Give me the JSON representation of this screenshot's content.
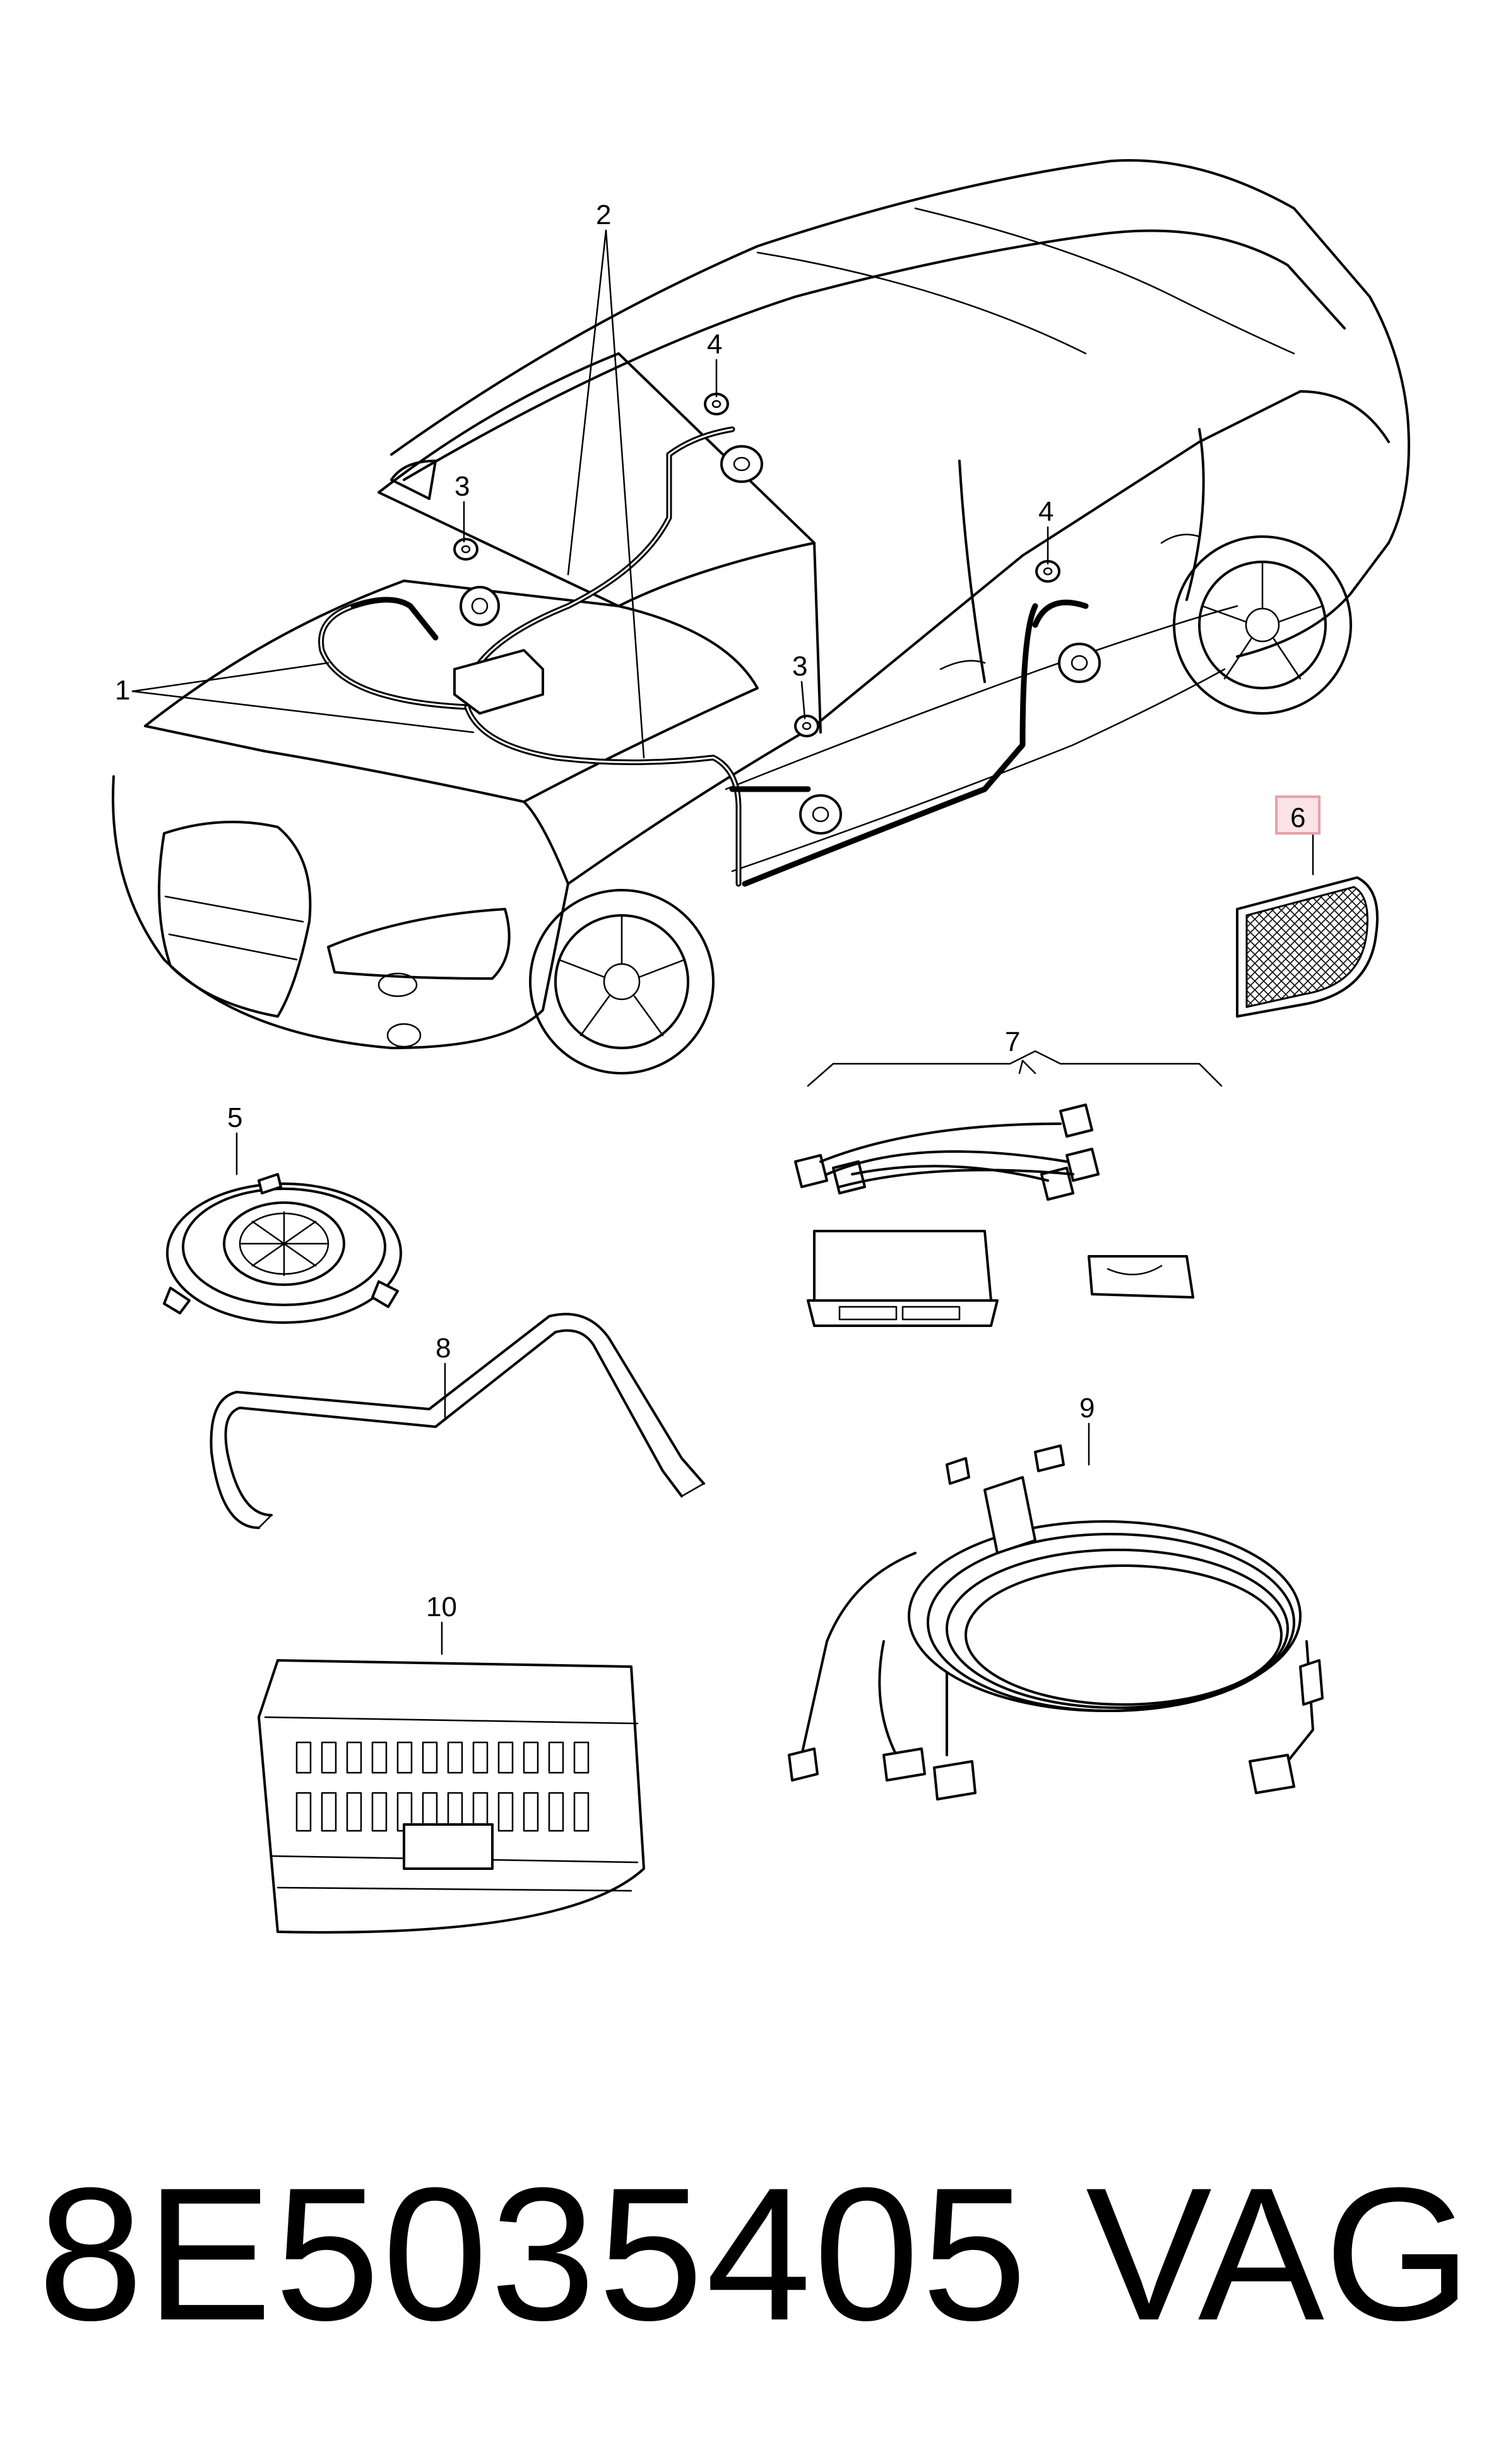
{
  "callouts": [
    "1",
    "2",
    "3",
    "4",
    "5",
    "6",
    "7",
    "8",
    "9",
    "10"
  ],
  "footer": {
    "part_number": "8E5035405",
    "brand": "VAG"
  },
  "highlight": {
    "callout": "6",
    "color": "#e8a0a8"
  }
}
